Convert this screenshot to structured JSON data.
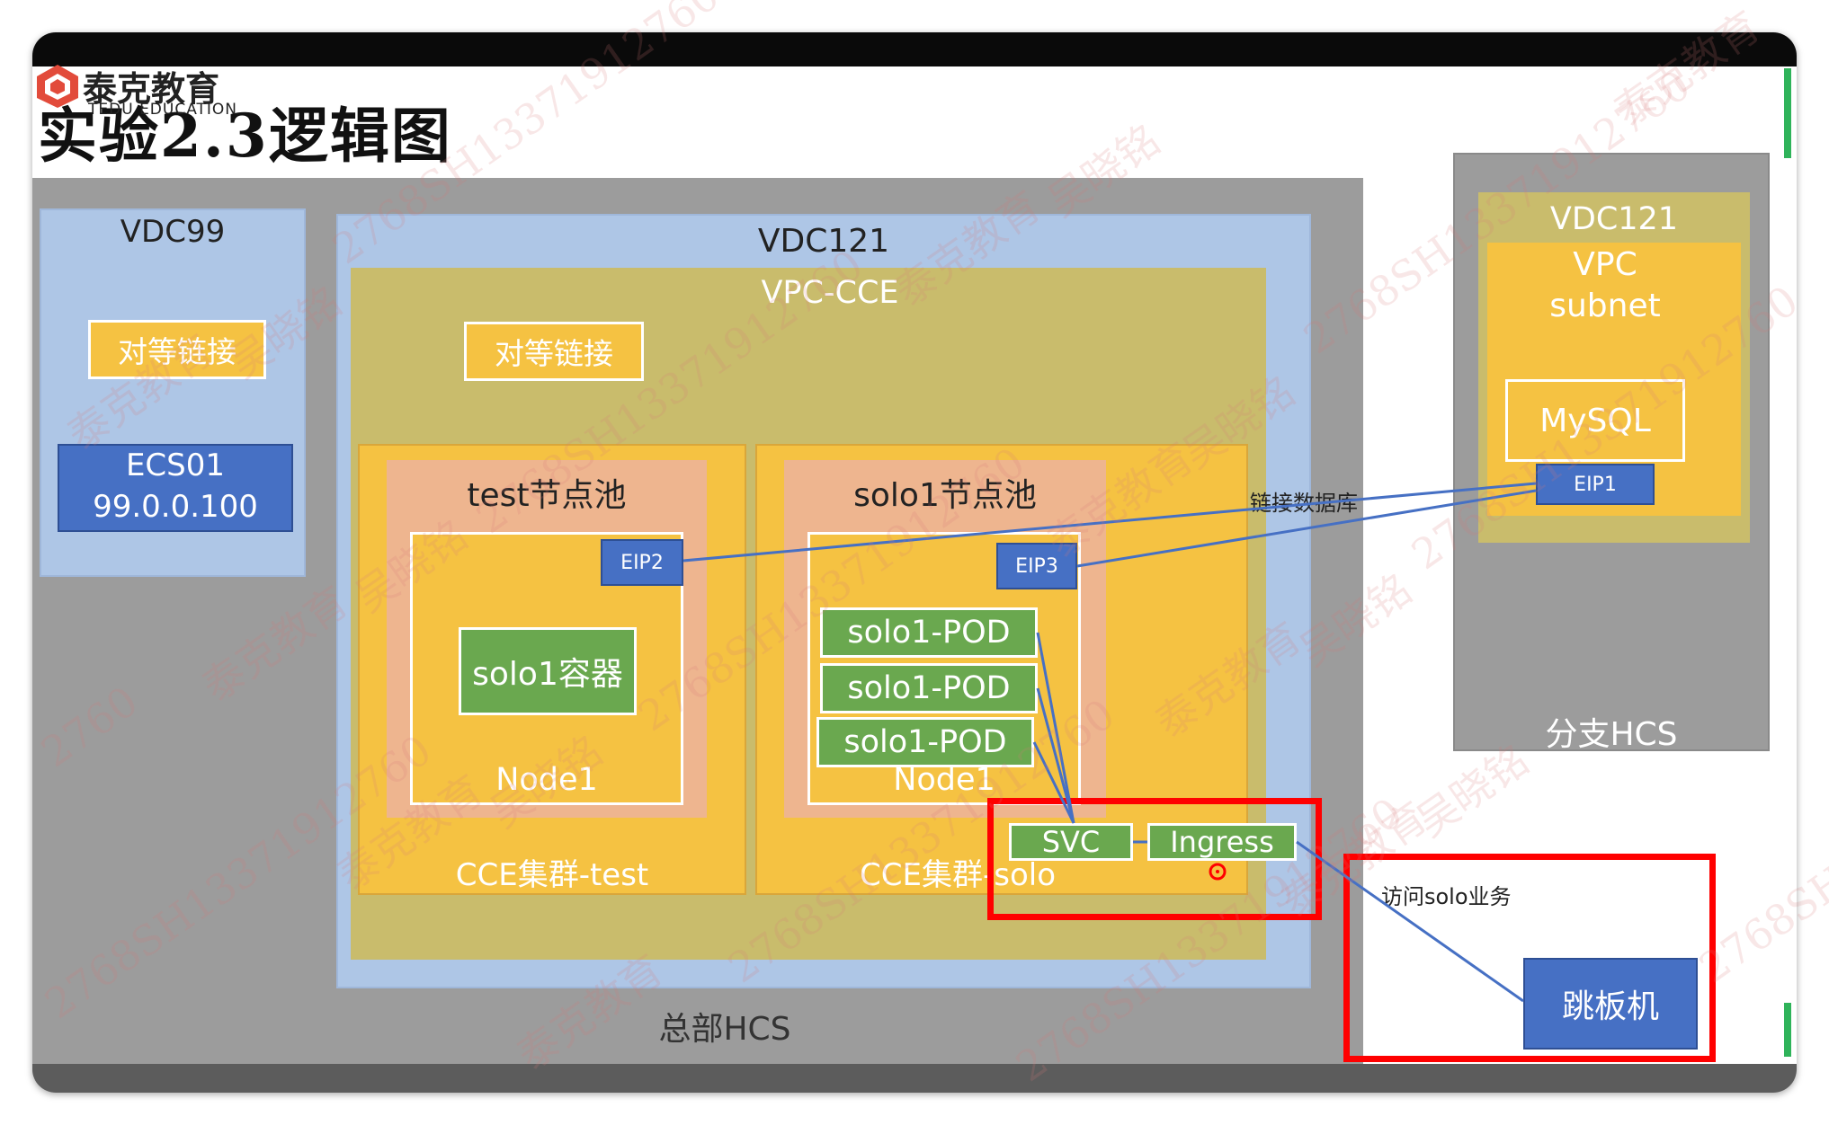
{
  "slide": {
    "title": "实验2.3逻辑图",
    "logo_cn": "泰克教育",
    "logo_en": "TEDU EDUCATION"
  },
  "hq": {
    "label": "总部HCS",
    "vdc99": {
      "label": "VDC99",
      "peer_link": "对等链接",
      "ecs_name": "ECS01",
      "ecs_ip": "99.0.0.100"
    },
    "vdc121": {
      "label": "VDC121",
      "vpc": {
        "label": "VPC-CCE",
        "peer_link": "对等链接",
        "cluster_test": {
          "label": "CCE集群-test",
          "pool": "test节点池",
          "node": "Node1",
          "eip": "EIP2",
          "container": "solo1容器"
        },
        "cluster_solo": {
          "label": "CCE集群-solo",
          "pool": "solo1节点池",
          "node": "Node1",
          "eip": "EIP3",
          "pods": [
            "solo1-POD",
            "solo1-POD",
            "solo1-POD"
          ],
          "svc": "SVC",
          "ingress": "Ingress"
        }
      }
    }
  },
  "branch": {
    "label": "分支HCS",
    "vdc_label": "VDC121",
    "vpc_label": "VPC",
    "subnet_label": "subnet",
    "db": "MySQL",
    "eip": "EIP1"
  },
  "connections": {
    "db_link": "链接数据库",
    "access": "访问solo业务"
  },
  "jump_host": "跳板机",
  "watermark": {
    "brand": "泰克教育",
    "name": "吴晓铭",
    "id": "2768SH13371912760",
    "short": "2760"
  },
  "colors": {
    "hq_bg": "#9c9c9c",
    "vdc_bg": "#aec6e6",
    "vpc_bg": "#c9bc6c",
    "cluster_bg": "#f5c242",
    "pool_bg": "#eeb58f",
    "eip": "#4670c4",
    "pod": "#6aa84f",
    "highlight": "#ff0000"
  }
}
